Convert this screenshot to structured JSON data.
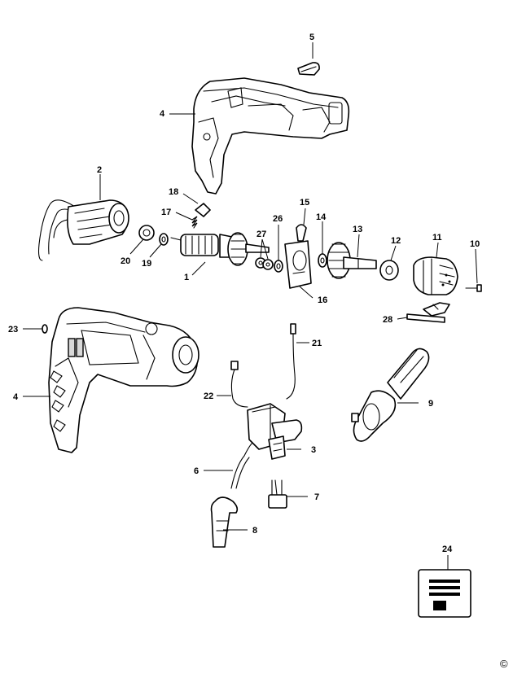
{
  "diagram": {
    "callouts": [
      {
        "id": "c5",
        "text": "5"
      },
      {
        "id": "c4a",
        "text": "4"
      },
      {
        "id": "c2",
        "text": "2"
      },
      {
        "id": "c18",
        "text": "18"
      },
      {
        "id": "c17",
        "text": "17"
      },
      {
        "id": "c15",
        "text": "15"
      },
      {
        "id": "c26",
        "text": "26"
      },
      {
        "id": "c14",
        "text": "14"
      },
      {
        "id": "c13",
        "text": "13"
      },
      {
        "id": "c12",
        "text": "12"
      },
      {
        "id": "c11",
        "text": "11"
      },
      {
        "id": "c10",
        "text": "10"
      },
      {
        "id": "c27",
        "text": "27"
      },
      {
        "id": "c20",
        "text": "20"
      },
      {
        "id": "c19",
        "text": "19"
      },
      {
        "id": "c1",
        "text": "1"
      },
      {
        "id": "c16",
        "text": "16"
      },
      {
        "id": "c28",
        "text": "28"
      },
      {
        "id": "c23",
        "text": "23"
      },
      {
        "id": "c21",
        "text": "21"
      },
      {
        "id": "c4b",
        "text": "4"
      },
      {
        "id": "c22",
        "text": "22"
      },
      {
        "id": "c9",
        "text": "9"
      },
      {
        "id": "c3",
        "text": "3"
      },
      {
        "id": "c6",
        "text": "6"
      },
      {
        "id": "c7",
        "text": "7"
      },
      {
        "id": "c8",
        "text": "8"
      },
      {
        "id": "c24",
        "text": "24"
      }
    ],
    "copyright_symbol": "©"
  }
}
